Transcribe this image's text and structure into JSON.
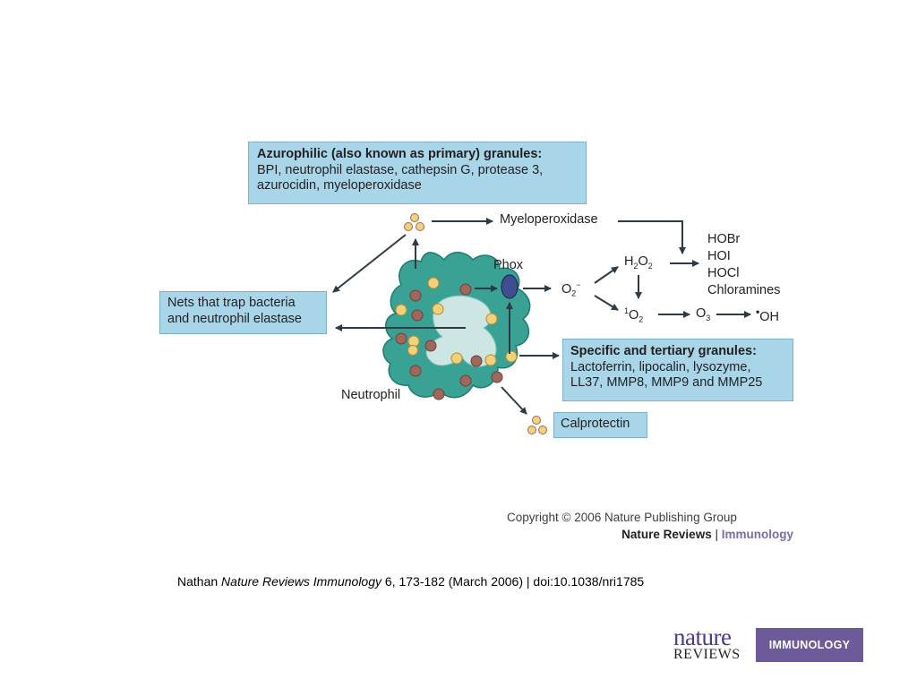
{
  "diagram": {
    "azurophilic": {
      "heading": "Azurophilic (also known as primary) granules:",
      "line1": "BPI, neutrophil elastase, cathepsin G, protease 3,",
      "line2": "azurocidin, myeloperoxidase"
    },
    "specific": {
      "heading": "Specific and tertiary granules:",
      "line1": "Lactoferrin, lipocalin, lysozyme,",
      "line2": "LL37, MMP8, MMP9 and MMP25"
    },
    "nets": {
      "line1": "Nets that trap bacteria",
      "line2": "and neutrophil elastase"
    },
    "calprotectin": "Calprotectin",
    "myeloperoxidase": "Myeloperoxidase",
    "phox": "Phox",
    "neutrophil": "Neutrophil",
    "products": [
      "HOBr",
      "HOI",
      "HOCl",
      "Chloramines"
    ],
    "o2_radical": {
      "base": "O",
      "sub": "2",
      "sup": "−"
    },
    "h2o2": {
      "a": "H",
      "b": "2",
      "c": "O",
      "d": "2"
    },
    "singlet_o2": {
      "sup": "1",
      "base": "O",
      "sub": "2"
    },
    "ozone": {
      "base": "O",
      "sub": "3"
    },
    "hydroxyl": {
      "dot": "•",
      "base": "OH"
    }
  },
  "copyright": "Copyright © 2006 Nature Publishing Group",
  "journal": {
    "name": "Nature Reviews",
    "separator": "|",
    "section": "Immunology"
  },
  "citation": {
    "author": "Nathan",
    "journal": "Nature Reviews Immunology",
    "details": "6, 173-182 (March 2006) | doi:10.1038/nri1785"
  },
  "logo": {
    "nature": "nature",
    "reviews": "REVIEWS",
    "section": "IMMUNOLOGY"
  },
  "colors": {
    "box": "#a9d5e8",
    "cell": "#3aa294",
    "cell_edge": "#1f7a70",
    "vacuole": "#cde6e3",
    "granule_brown": "#a0675a",
    "granule_yellow": "#f3d179",
    "phox": "#3d4f8f",
    "arrow": "#2f3b44",
    "logo_purple": "#6d5b99"
  }
}
